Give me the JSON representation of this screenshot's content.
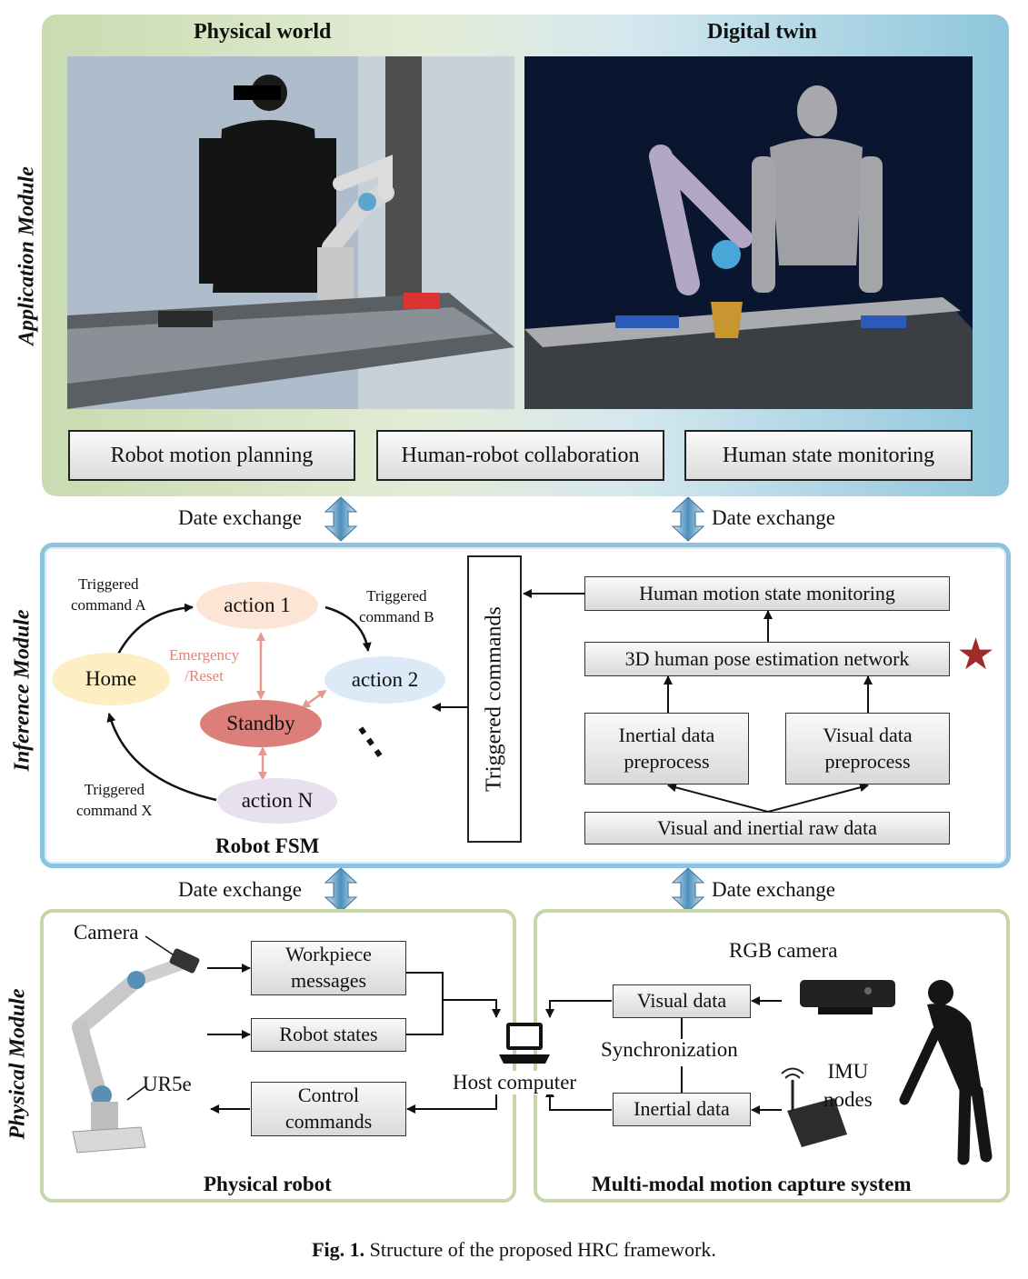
{
  "application_module": {
    "label": "Application Module",
    "physical_world_title": "Physical world",
    "digital_twin_title": "Digital twin",
    "functions": [
      "Robot motion planning",
      "Human-robot collaboration",
      "Human state monitoring"
    ]
  },
  "data_exchange_label": "Date exchange",
  "inference_module": {
    "label": "Inference Module",
    "fsm": {
      "title": "Robot FSM",
      "states": {
        "home": "Home",
        "action1": "action 1",
        "action2": "action 2",
        "actionN": "action N",
        "standby": "Standby"
      },
      "transitions": {
        "cmd_a_line1": "Triggered",
        "cmd_a_line2": "command A",
        "cmd_b_line1": "Triggered",
        "cmd_b_line2": "command B",
        "cmd_x_line1": "Triggered",
        "cmd_x_line2": "command X",
        "emergency_line1": "Emergency",
        "emergency_line2": "/Reset"
      },
      "ellipsis": "⋮"
    },
    "triggered_commands": "Triggered commands",
    "pipeline": {
      "monitoring": "Human motion state monitoring",
      "pose_network": "3D human pose estimation network",
      "inertial_pre_line1": "Inertial data",
      "inertial_pre_line2": "preprocess",
      "visual_pre_line1": "Visual data",
      "visual_pre_line2": "preprocess",
      "raw_data": "Visual and inertial raw data"
    },
    "star_icon": "star-icon"
  },
  "physical_module": {
    "label": "Physical Module",
    "robot_panel": {
      "title": "Physical robot",
      "camera": "Camera",
      "ur5e": "UR5e",
      "workpiece_line1": "Workpiece",
      "workpiece_line2": "messages",
      "robot_states": "Robot states",
      "control_line1": "Control",
      "control_line2": "commands"
    },
    "host_computer": "Host computer",
    "capture_panel": {
      "title": "Multi-modal motion capture system",
      "rgb_camera": "RGB camera",
      "visual_data": "Visual data",
      "synchronization": "Synchronization",
      "inertial_data": "Inertial data",
      "imu_line1": "IMU",
      "imu_line2": "nodes"
    }
  },
  "caption": {
    "label": "Fig. 1.",
    "text": "Structure of the proposed HRC framework."
  },
  "colors": {
    "app_gradient_left": "#c9dbb0",
    "app_gradient_right": "#8ec6dc",
    "inference_border": "#8cc3df",
    "physical_border": "#c5d6a8",
    "home": "#fdefc3",
    "action1": "#fde5d5",
    "action2": "#dbeaf6",
    "actionN": "#e6e0ef",
    "standby": "#dc7f7a",
    "star": "#a32a2a"
  }
}
